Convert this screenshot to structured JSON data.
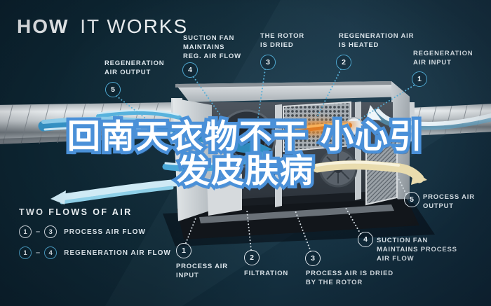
{
  "title": {
    "word_bold": "HOW",
    "word_light": "IT WORKS"
  },
  "overlay_headline": {
    "line1": "回南天衣物不干 小心引",
    "line2": "发皮肤病"
  },
  "legend": {
    "title": "TWO FLOWS OF AIR",
    "rows": [
      {
        "from": "1",
        "to": "3",
        "label": "PROCESS AIR FLOW"
      },
      {
        "from": "1",
        "to": "4",
        "label": "REGENERATION AIR FLOW"
      }
    ]
  },
  "callouts": {
    "regeneration": [
      {
        "num": "5",
        "label": "REGENERATION\nAIR OUTPUT"
      },
      {
        "num": "4",
        "label": "SUCTION FAN\nMAINTAINS\nREG. AIR FLOW"
      },
      {
        "num": "3",
        "label": "THE ROTOR\nIS DRIED"
      },
      {
        "num": "2",
        "label": "REGENERATION AIR\nIS HEATED"
      },
      {
        "num": "1",
        "label": "REGENERATION\nAIR INPUT"
      }
    ],
    "process": [
      {
        "num": "1",
        "label": "PROCESS AIR\nINPUT"
      },
      {
        "num": "2",
        "label": "FILTRATION"
      },
      {
        "num": "3",
        "label": "PROCESS AIR IS DRIED\nBY THE ROTOR"
      },
      {
        "num": "4",
        "label": "SUCTION FAN\nMAINTAINS PROCESS\nAIR FLOW"
      },
      {
        "num": "5",
        "label": "PROCESS AIR\nOUTPUT"
      }
    ]
  },
  "colors": {
    "background": "#0e2733",
    "accent_blue": "#4fa8d0",
    "label_text": "#dce5eb",
    "headline_fill": "#ffffff",
    "headline_stroke": "#4a90d8",
    "flow_blue": "#2e8ec3",
    "flow_orange": "#e8882e",
    "flow_cream": "#e9dcae"
  }
}
